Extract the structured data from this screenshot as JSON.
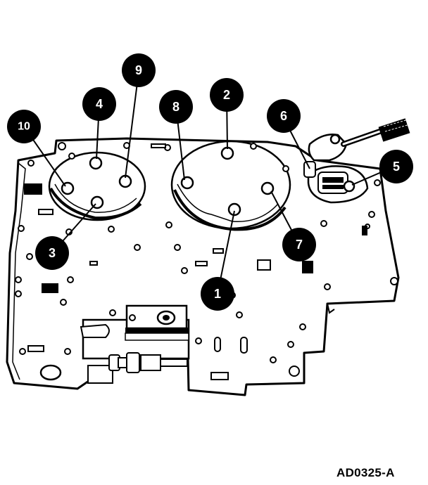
{
  "callouts": [
    {
      "id": "1",
      "label": "1"
    },
    {
      "id": "2",
      "label": "2"
    },
    {
      "id": "3",
      "label": "3"
    },
    {
      "id": "4",
      "label": "4"
    },
    {
      "id": "5",
      "label": "5"
    },
    {
      "id": "6",
      "label": "6"
    },
    {
      "id": "7",
      "label": "7"
    },
    {
      "id": "8",
      "label": "8"
    },
    {
      "id": "9",
      "label": "9"
    },
    {
      "id": "10",
      "label": "10"
    }
  ],
  "figure": {
    "reference_code": "AD0325-A"
  },
  "colors": {
    "ink": "#000000",
    "paper": "#ffffff",
    "callout_fill": "#000000",
    "callout_text": "#ffffff"
  }
}
